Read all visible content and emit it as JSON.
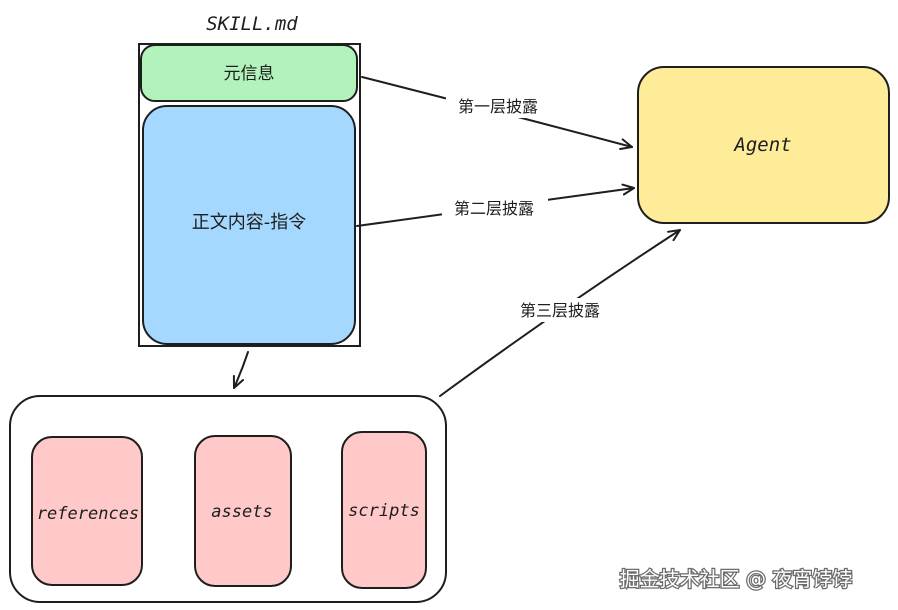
{
  "file": {
    "title": "SKILL.md",
    "meta_label": "元信息",
    "body_label": "正文内容-指令"
  },
  "agent": {
    "label": "Agent"
  },
  "layers": {
    "first": "第一层披露",
    "second": "第二层披露",
    "third": "第三层披露"
  },
  "resources": {
    "items": [
      {
        "label": "references"
      },
      {
        "label": "assets"
      },
      {
        "label": "scripts"
      }
    ]
  },
  "watermark": "掘金技术社区 @ 夜宵饽饽",
  "colors": {
    "meta_fill": "#b2f2bb",
    "body_fill": "#a5d8ff",
    "agent_fill": "#ffec99",
    "resource_fill": "#ffc9c9",
    "stroke": "#1e1e1e",
    "watermark": "#ffffff"
  }
}
